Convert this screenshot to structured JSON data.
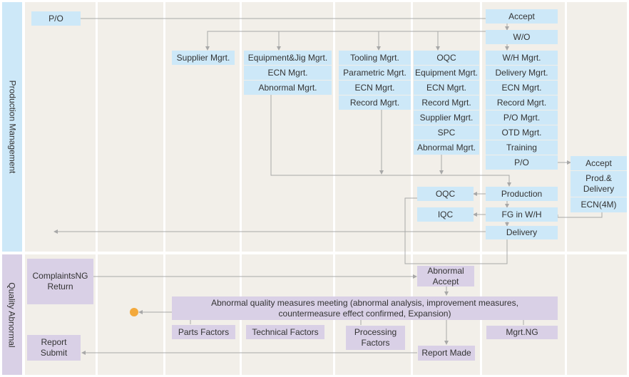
{
  "lanes": {
    "production": "Production Management",
    "quality": "Quality Abnormal"
  },
  "boxes": {
    "po_top": "P/O",
    "accept_top": "Accept",
    "wo": "W/O",
    "supplier_mgrt": "Supplier Mgrt.",
    "equip_jig": "Equipment&Jig Mgrt.",
    "equip_ecn": "ECN Mgrt.",
    "equip_abnormal": "Abnormal Mgrt.",
    "tool_tooling": "Tooling Mgrt.",
    "tool_parametric": "Parametric Mgrt.",
    "tool_ecn": "ECN Mgrt.",
    "tool_record": "Record Mgrt.",
    "oqc_oqc": "OQC",
    "oqc_equipment": "Equipment Mgrt.",
    "oqc_ecn": "ECN Mgrt.",
    "oqc_record": "Record Mgrt.",
    "oqc_supplier": "Supplier Mgrt.",
    "oqc_spc": "SPC",
    "oqc_abnormal": "Abnormal Mgrt.",
    "wh_wh": "W/H Mgrt.",
    "wh_delivery": "Delivery Mgrt.",
    "wh_ecn": "ECN Mgrt.",
    "wh_record": "Record Mgrt.",
    "wh_po": "P/O Mgrt.",
    "wh_otd": "OTD Mgrt.",
    "wh_training": "Training",
    "wh_po2": "P/O",
    "cust_accept": "Accept",
    "cust_prod_delivery": "Prod.& Delivery",
    "cust_ecn4m": "ECN(4M)",
    "oqc_mid": "OQC",
    "iqc_mid": "IQC",
    "production": "Production",
    "fg_wh": "FG in W/H",
    "delivery": "Delivery",
    "complaints": "ComplaintsNG Return",
    "abnormal_accept": "Abnormal Accept",
    "meeting": "Abnormal quality measures meeting (abnormal analysis, improvement measures, countermeasure effect confirmed, Expansion)",
    "parts_factors": "Parts Factors",
    "technical_factors": "Technical Factors",
    "processing_factors": "Processing Factors",
    "mgrt_ng": "Mgrt.NG",
    "report_submit": "Report Submit",
    "report_made": "Report Made"
  },
  "colors": {
    "lane_bg": "#f2efe9",
    "lane_label_bg_production": "#cde8f8",
    "lane_label_bg_quality": "#d9d0e6",
    "box_blue": "#cde8f8",
    "box_purple": "#d9d0e6",
    "connector": "#a8a8a8",
    "end_dot": "#f3a93c"
  }
}
